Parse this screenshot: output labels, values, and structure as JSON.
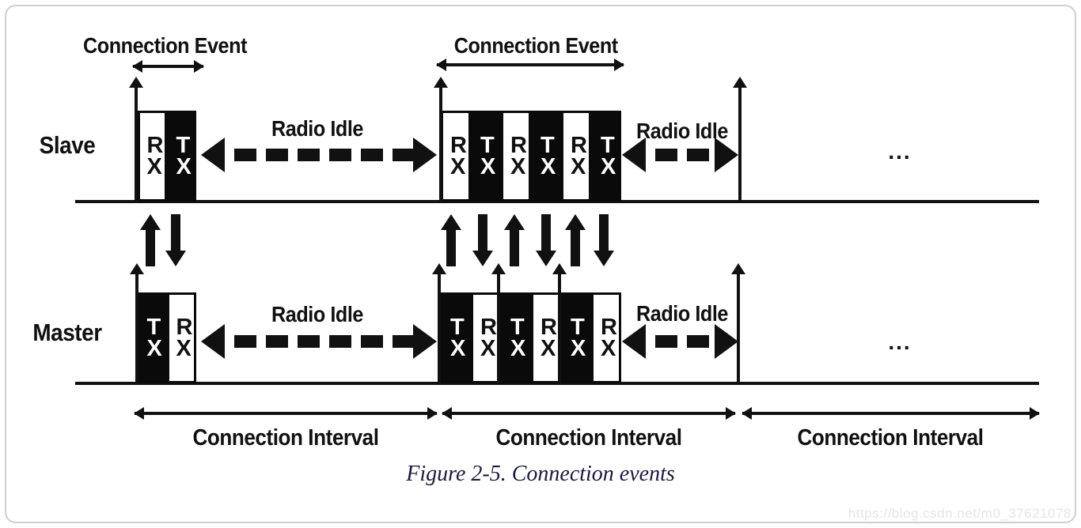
{
  "labels": {
    "slave": "Slave",
    "master": "Master",
    "connection_event": "Connection Event",
    "radio_idle": "Radio Idle",
    "connection_interval": "Connection Interval",
    "ellipsis": "..."
  },
  "slave": {
    "event1": {
      "boxes": [
        {
          "type": "rx",
          "label": "RX"
        },
        {
          "type": "tx",
          "label": "TX"
        }
      ]
    },
    "event2": {
      "boxes": [
        {
          "type": "rx",
          "label": "RX"
        },
        {
          "type": "tx",
          "label": "TX"
        },
        {
          "type": "rx",
          "label": "RX"
        },
        {
          "type": "tx",
          "label": "TX"
        },
        {
          "type": "rx",
          "label": "RX"
        },
        {
          "type": "tx",
          "label": "TX"
        }
      ]
    }
  },
  "master": {
    "event1": {
      "boxes": [
        {
          "type": "tx",
          "label": "TX"
        },
        {
          "type": "rx",
          "label": "RX"
        }
      ]
    },
    "event2": {
      "boxes": [
        {
          "type": "tx",
          "label": "TX"
        },
        {
          "type": "rx",
          "label": "RX"
        },
        {
          "type": "tx",
          "label": "TX"
        },
        {
          "type": "rx",
          "label": "RX"
        },
        {
          "type": "tx",
          "label": "TX"
        },
        {
          "type": "rx",
          "label": "RX"
        }
      ]
    }
  },
  "caption": "Figure 2-5. Connection events",
  "watermark": "https://blog.csdn.net/m0_37621078",
  "colors": {
    "ink": "#111111",
    "box_black": "#0a0a0a",
    "frame_border": "#cfcfcf",
    "caption_text": "#1a1a3c",
    "watermark_text": "#e5e5e5"
  }
}
